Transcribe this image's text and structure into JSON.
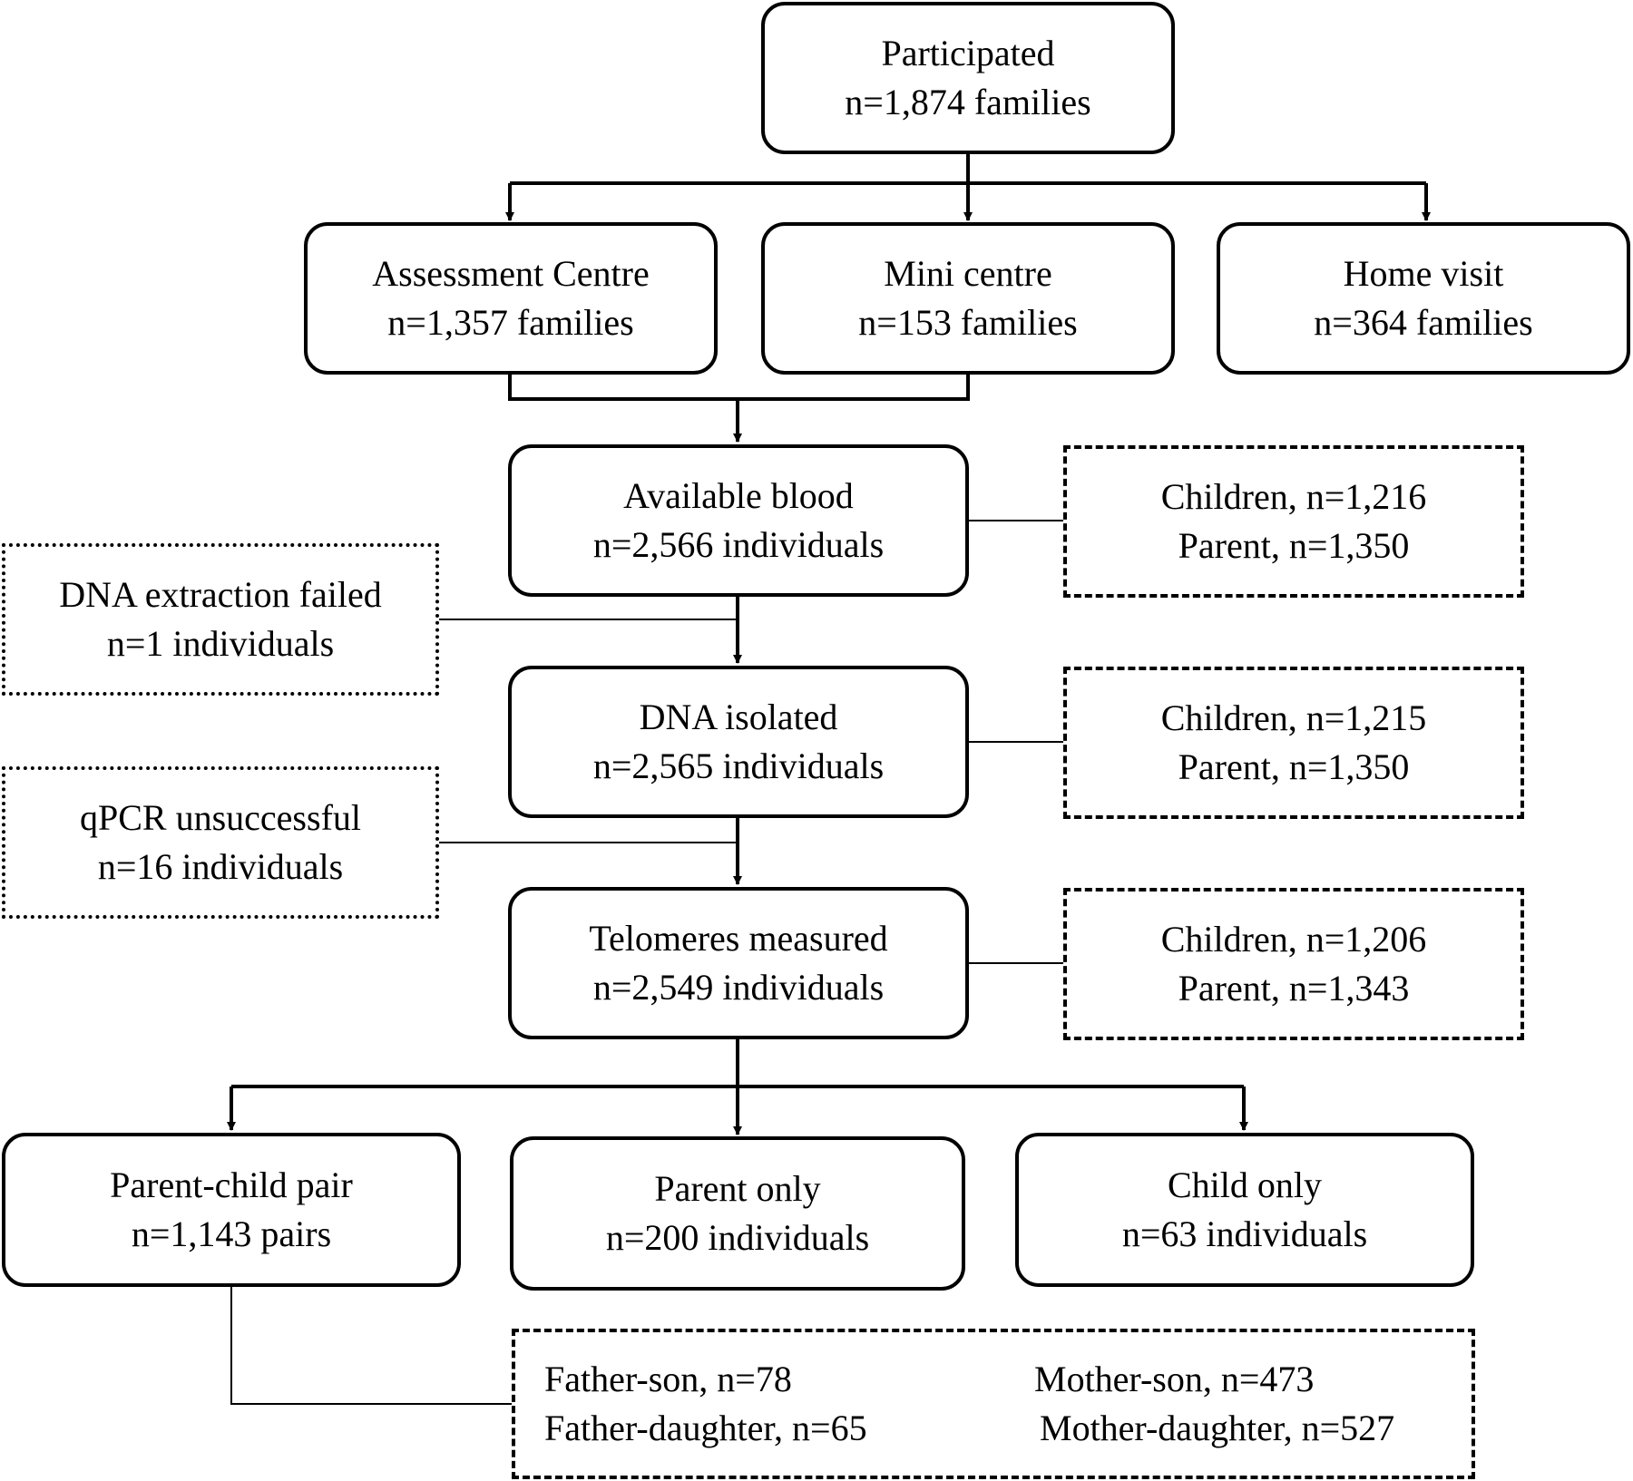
{
  "participated": {
    "title": "Participated",
    "count": "n=1,874 families"
  },
  "sites": [
    {
      "title": "Assessment Centre",
      "count": "n=1,357 families"
    },
    {
      "title": "Mini centre",
      "count": "n=153 families"
    },
    {
      "title": "Home visit",
      "count": "n=364 families"
    }
  ],
  "stages": [
    {
      "title": "Available blood",
      "count": "n=2,566 individuals"
    },
    {
      "title": "DNA isolated",
      "count": "n=2,565 individuals"
    },
    {
      "title": "Telomeres measured",
      "count": "n=2,549 individuals"
    }
  ],
  "breakdowns": [
    {
      "children": "Children, n=1,216",
      "parent": "Parent, n=1,350"
    },
    {
      "children": "Children, n=1,215",
      "parent": "Parent, n=1,350"
    },
    {
      "children": "Children, n=1,206",
      "parent": "Parent, n=1,343"
    }
  ],
  "exclusions": [
    {
      "title": "DNA extraction failed",
      "count": "n=1 individuals"
    },
    {
      "title": "qPCR unsuccessful",
      "count": "n=16 individuals"
    }
  ],
  "outcomes": [
    {
      "title": "Parent-child pair",
      "count": "n=1,143 pairs"
    },
    {
      "title": "Parent only",
      "count": "n=200 individuals"
    },
    {
      "title": "Child only",
      "count": "n=63 individuals"
    }
  ],
  "pair_types": {
    "father_son": "Father-son, n=78",
    "mother_son": "Mother-son, n=473",
    "father_daughter": "Father-daughter, n=65",
    "mother_daughter": "Mother-daughter, n=527"
  }
}
